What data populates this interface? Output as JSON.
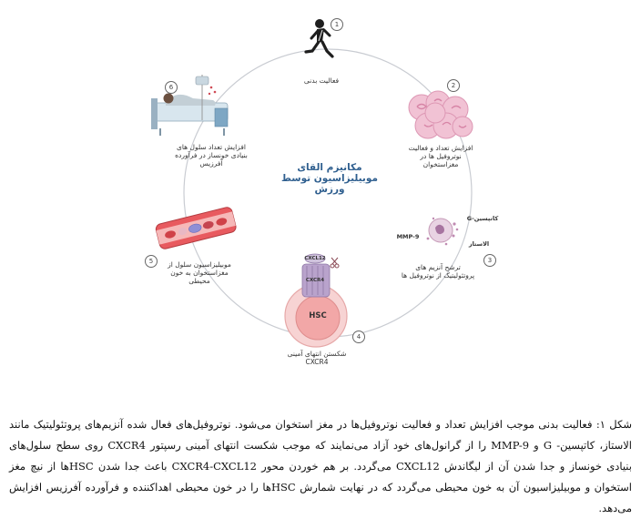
{
  "center_title": "مکانیزم القای موبیلیزاسیون توسط ورزش",
  "steps": [
    {
      "number": "1",
      "text": "فعالیت بدنی"
    },
    {
      "number": "2",
      "text": "افزایش تعداد و فعالیت نوتروفیل ها در مغزاستخوان"
    },
    {
      "number": "3",
      "text": "ترشح آنزیم های پروتئولیتیک از نوتروفیل ها"
    },
    {
      "number": "4",
      "text": "شکستن انتهای آمینی CXCR4"
    },
    {
      "number": "5",
      "text": "موبیلیزاسیون سلول از مغزاستخوان به خون محیطی"
    },
    {
      "number": "6",
      "text": "افزایش تعداد سلول های بنیادی خونساز در فرآورده آفرزیس"
    }
  ],
  "labels": {
    "cathepsin": "کاتپسین-G",
    "mmp9": "MMP-9",
    "elastase": "الاستاز",
    "cxcl12": "CXCL12",
    "cxcr4": "CXCR4",
    "hsc": "HSC"
  },
  "caption": "شکل ۱: فعالیت بدنی موجب افزایش تعداد و فعالیت نوتروفیل‌ها در مغز استخوان می‌شود. نوتروفیل‌های فعال شده آنزیم‌های پروتئولیتیک مانند الاستاز، کاتپسین- G و MMP-9 را از گرانول‌های خود آزاد می‌نمایند که موجب شکست انتهای آمینی رسپتور CXCR4 روی سطح سلول‌های بنیادی خونساز و جدا شدن آن از لیگاندش CXCL12 می‌گردد. بر هم خوردن محور CXCR4-CXCL12 باعث جدا شدن HSCها از نیچ مغز استخوان و موبیلیزاسیون آن به خون محیطی می‌گردد که در نهایت شمارش HSCها را در خون محیطی اهداکننده و فرآورده آفرزیس افزایش می‌دهد."
}
